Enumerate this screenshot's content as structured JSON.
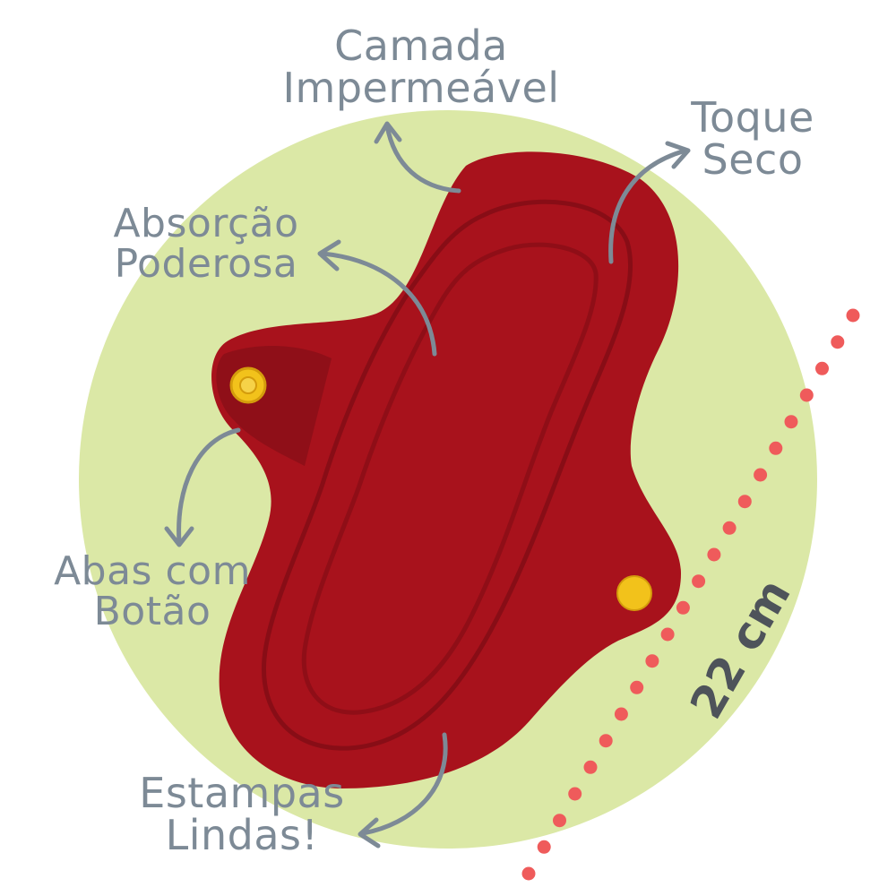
{
  "labels": {
    "camada": [
      "Camada",
      "Impermeável"
    ],
    "toque": [
      "Toque",
      "Seco"
    ],
    "absorcao": [
      "Absorção",
      "Poderosa"
    ],
    "abas": [
      "Abas com",
      "Botão"
    ],
    "estampas": [
      "Estampas",
      "Lindas!"
    ]
  },
  "measurement": "22 cm",
  "colors": {
    "background_circle": "#dbe8a6",
    "pad": "#a8121c",
    "pad_shadow": "#7e0c14",
    "button": "#f2c21b",
    "arrow": "#7d8a96",
    "dots": "#ef5b5b",
    "measure_text": "#4e535a"
  }
}
